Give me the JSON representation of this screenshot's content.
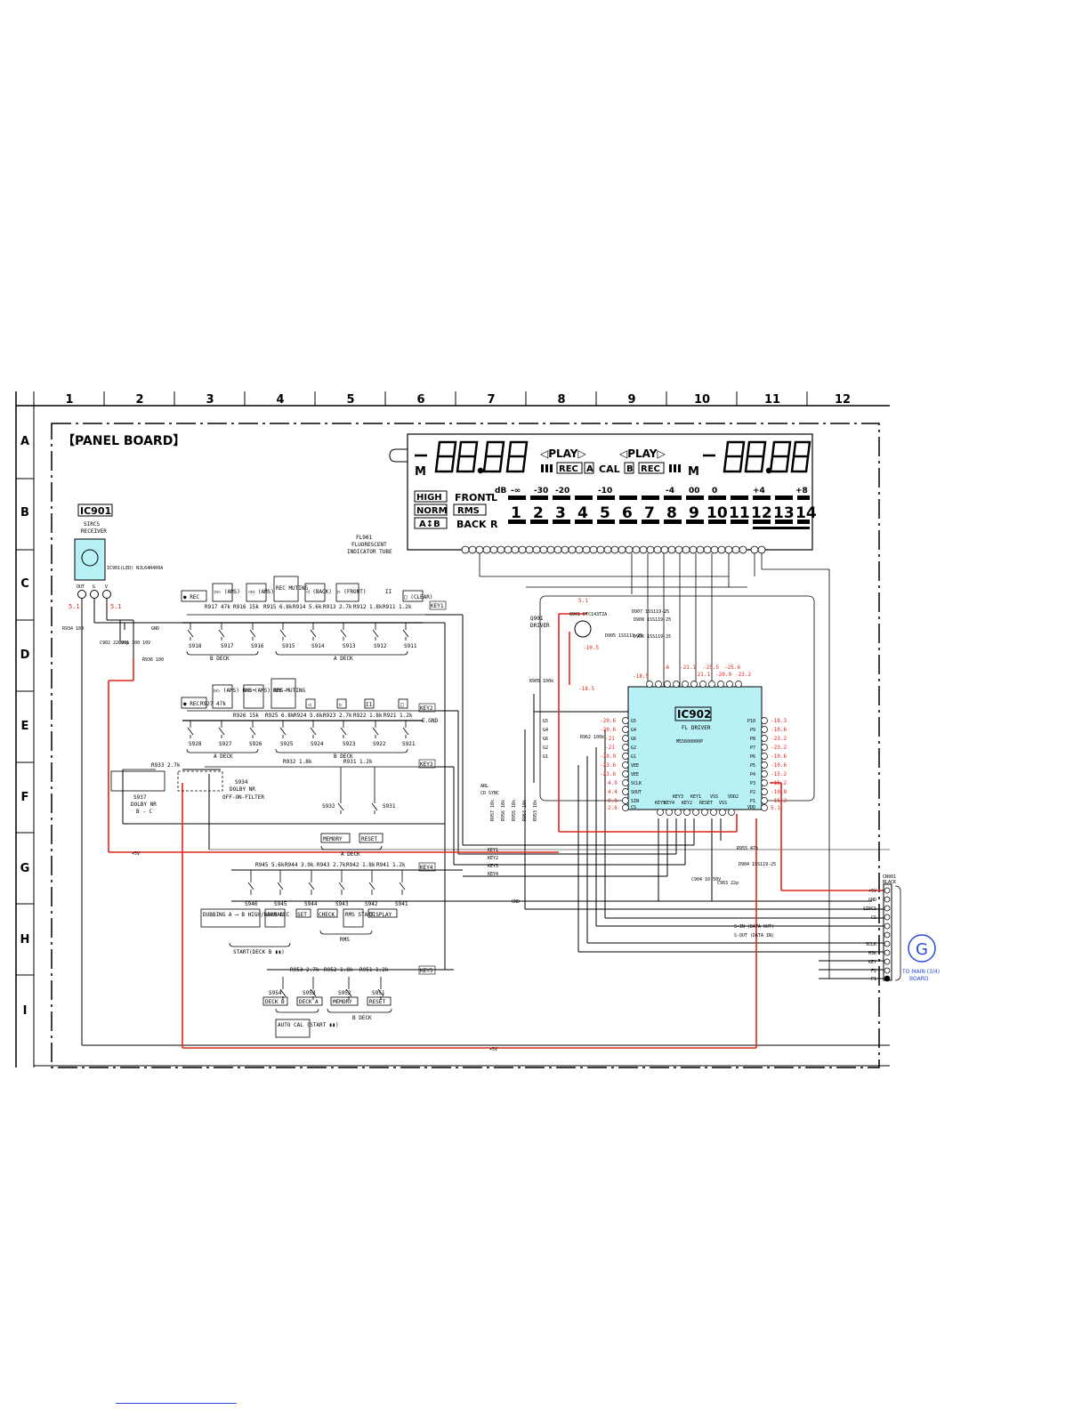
{
  "board": {
    "title": "【PANEL BOARD】",
    "column_labels": [
      "1",
      "2",
      "3",
      "4",
      "5",
      "6",
      "7",
      "8",
      "9",
      "10",
      "11",
      "12"
    ],
    "row_labels": [
      "A",
      "B",
      "C",
      "D",
      "E",
      "F",
      "G",
      "H",
      "I"
    ]
  },
  "fluorescent_tube": {
    "ref": "FL901",
    "name1": "FLUORESCENT",
    "name2": "INDICATOR TUBE",
    "segments": {
      "m": "M",
      "play": "◁PLAY▷",
      "cal": "CAL",
      "rec": "REC",
      "a": "A",
      "b": "B",
      "high": "HIGH",
      "norm": "NORM",
      "ab": "A↕B",
      "front": "FRONT",
      "rms": "RMS",
      "back": "BACK",
      "l": "L",
      "r": "R",
      "db": "dB",
      "scale": [
        "-∞",
        "-30",
        "-20",
        "-10",
        "-4",
        "00",
        "0",
        "+4",
        "+8"
      ],
      "channels": [
        "1",
        "2",
        "3",
        "4",
        "5",
        "6",
        "7",
        "8",
        "9",
        "10",
        "11",
        "12",
        "13",
        "14"
      ]
    }
  },
  "ic901": {
    "ref": "IC901",
    "name1": "SIRCS",
    "name2": "RECEIVER",
    "part": "IC901(LED) NJL64H400A",
    "pins": [
      "OUT",
      "G",
      "V"
    ],
    "volt": "5.1"
  },
  "ic902": {
    "ref": "IC902",
    "name": "FL DRIVER",
    "part": "M55600000P",
    "left_pins": [
      "G5",
      "G4",
      "G6",
      "G2",
      "G1",
      "VEE",
      "VEE",
      "SCLK",
      "SOUT",
      "SIN",
      "CS"
    ],
    "left_volts": [
      "-20.6",
      "-20.6",
      "-21",
      "-21",
      "-20.9",
      "-23.6",
      "-23.6",
      "4.9",
      "4.4",
      "0.8",
      "2.6"
    ],
    "right_pins": [
      "P10",
      "P9",
      "P8",
      "P7",
      "P6",
      "P5",
      "P4",
      "P3",
      "P2",
      "P1",
      "VDD"
    ],
    "right_volts": [
      "-18.3",
      "-10.6",
      "-23.2",
      "-23.2",
      "-10.6",
      "-10.6",
      "-15.2",
      "-15.2",
      "-10.8",
      "-15.2",
      "5.1"
    ],
    "bottom_pins": [
      "KEY5",
      "KEY4",
      "KEY3",
      "KEY2",
      "KEY1",
      "RESET",
      "VSS",
      "VSS",
      "VDD2"
    ],
    "top_volts": [
      "-18.5",
      "-6",
      "-21.1",
      "-21.1",
      "-25.5",
      "-20.9",
      "-25.6",
      "-23.2"
    ]
  },
  "q901": {
    "ref": "Q901",
    "name": "DRIVER",
    "part": "Q901 DTC143TZA",
    "volts": [
      "5.1",
      "-10.5",
      "-18.5"
    ]
  },
  "diodes": {
    "d905": "D905 1SS119-25",
    "d906": "D906 1SS119-25",
    "d907": "D907 1SS119-25",
    "d908": "D908 1SS119-25",
    "d904": "D904 1SS119-25"
  },
  "key1_row": {
    "bus": "KEY1",
    "buttons": [
      "● REC",
      "▷▷ (AMS)",
      "◁◁ (AMS)",
      "REC MUTING",
      "◁ (BACK)",
      "▷ (FRONT)",
      "II",
      "□ (CLEAR)"
    ],
    "resistors": [
      "R917 47k",
      "R916 15k",
      "R915 6.8k",
      "R914 5.6k",
      "R913 2.7k",
      "R912 1.8k",
      "R911 1.2k"
    ],
    "switches": [
      "S918",
      "S917",
      "S916",
      "S915",
      "S914",
      "S913",
      "S912",
      "S911"
    ],
    "group_b": "B DECK",
    "group_a": "A DECK"
  },
  "key2_row": {
    "bus": "KEY2",
    "buttons": [
      "● REC",
      "▷▷ (AMS) RMS+",
      "◁◁ (AMS) RMS−",
      "REC MUTING",
      "◁",
      "▷",
      "II",
      "□"
    ],
    "resistors": [
      "R927 47k",
      "R926 15k",
      "R925 6.8k",
      "R924 5.6k",
      "R923 2.7k",
      "R922 1.8k",
      "R921 1.2k"
    ],
    "switches": [
      "S928",
      "S927",
      "S926",
      "S925",
      "S924",
      "S923",
      "S922",
      "S921"
    ],
    "group_a": "A DECK",
    "group_b": "B DECK",
    "gnd": "E.GND"
  },
  "key3_row": {
    "bus": "KEY3",
    "r932": "R932 1.8k",
    "r931": "R931 1.2k",
    "r933": "R933 2.7k",
    "s932": "S932",
    "s931": "S931",
    "s937": "S937",
    "s937_label": "DOLBY NR",
    "s937_sub": "B - C",
    "s934": "S934",
    "s934_label": "DOLBY NR",
    "s934_sub": "OFF-ON-FILTER",
    "memory": "MEMORY",
    "reset": "RESET",
    "group": "A DECK"
  },
  "key4_row": {
    "bus": "KEY4",
    "resistors": [
      "R945 5.6k",
      "R944 3.9k",
      "R943 2.7k",
      "R942 1.8k",
      "R941 1.2k"
    ],
    "switches": [
      "S946",
      "S945",
      "S944",
      "S943",
      "S942",
      "S941"
    ],
    "buttons": [
      "DUBBING A ⟶ B HIGH/NORMAL",
      "A↕B REC",
      "SET",
      "CHECK",
      "RMS START",
      "DISPLAY"
    ],
    "rms": "RMS",
    "start": "START(DECK B ▮▮)"
  },
  "key5_row": {
    "bus": "KEY5",
    "resistors": [
      "R953 2.7k",
      "R952 1.8k",
      "R951 1.2k"
    ],
    "switches": [
      "S954",
      "S953",
      "S952",
      "S951"
    ],
    "buttons": [
      "DECK B",
      "DECK A",
      "MEMORY",
      "RESET"
    ],
    "autocal": "AUTO CAL (START ▮▮)",
    "group": "B DECK"
  },
  "misc": {
    "r934": "R934 100",
    "c902": "C902 22000p",
    "c901": "C901 100 10V",
    "r936": "R936 100",
    "r905": "R905 100k",
    "r962": "R962 100k",
    "r955": "R955 47k",
    "c904": "C904 10 50V",
    "c903": "C903 22p",
    "arl": "ARL",
    "cdsync": "CD SYNC",
    "resistor_bank": [
      "R957 10k",
      "R956 10k",
      "R955 10k",
      "R954 10k",
      "R953 10k"
    ],
    "gnd": "GND",
    "v5": "+5V",
    "keys": [
      "KEY1",
      "KEY2",
      "KEY3",
      "KEY4"
    ]
  },
  "connector": {
    "ref": "CN901",
    "color": "BLACK",
    "pins": [
      "+5V",
      "GND",
      "SIRCS",
      "CS",
      "S-IN (DATA OUT)",
      "S-OUT (DATA IN)",
      "SCLK",
      "MSK",
      "KEY",
      "F2",
      "F1"
    ],
    "dest_letter": "G",
    "dest1": "TO MAIN (3/4)",
    "dest2": "BOARD"
  },
  "colors": {
    "trace": "#e0261e",
    "lcd": "#b8f1f5",
    "ink": "#000000",
    "link": "#2a4cd7"
  }
}
